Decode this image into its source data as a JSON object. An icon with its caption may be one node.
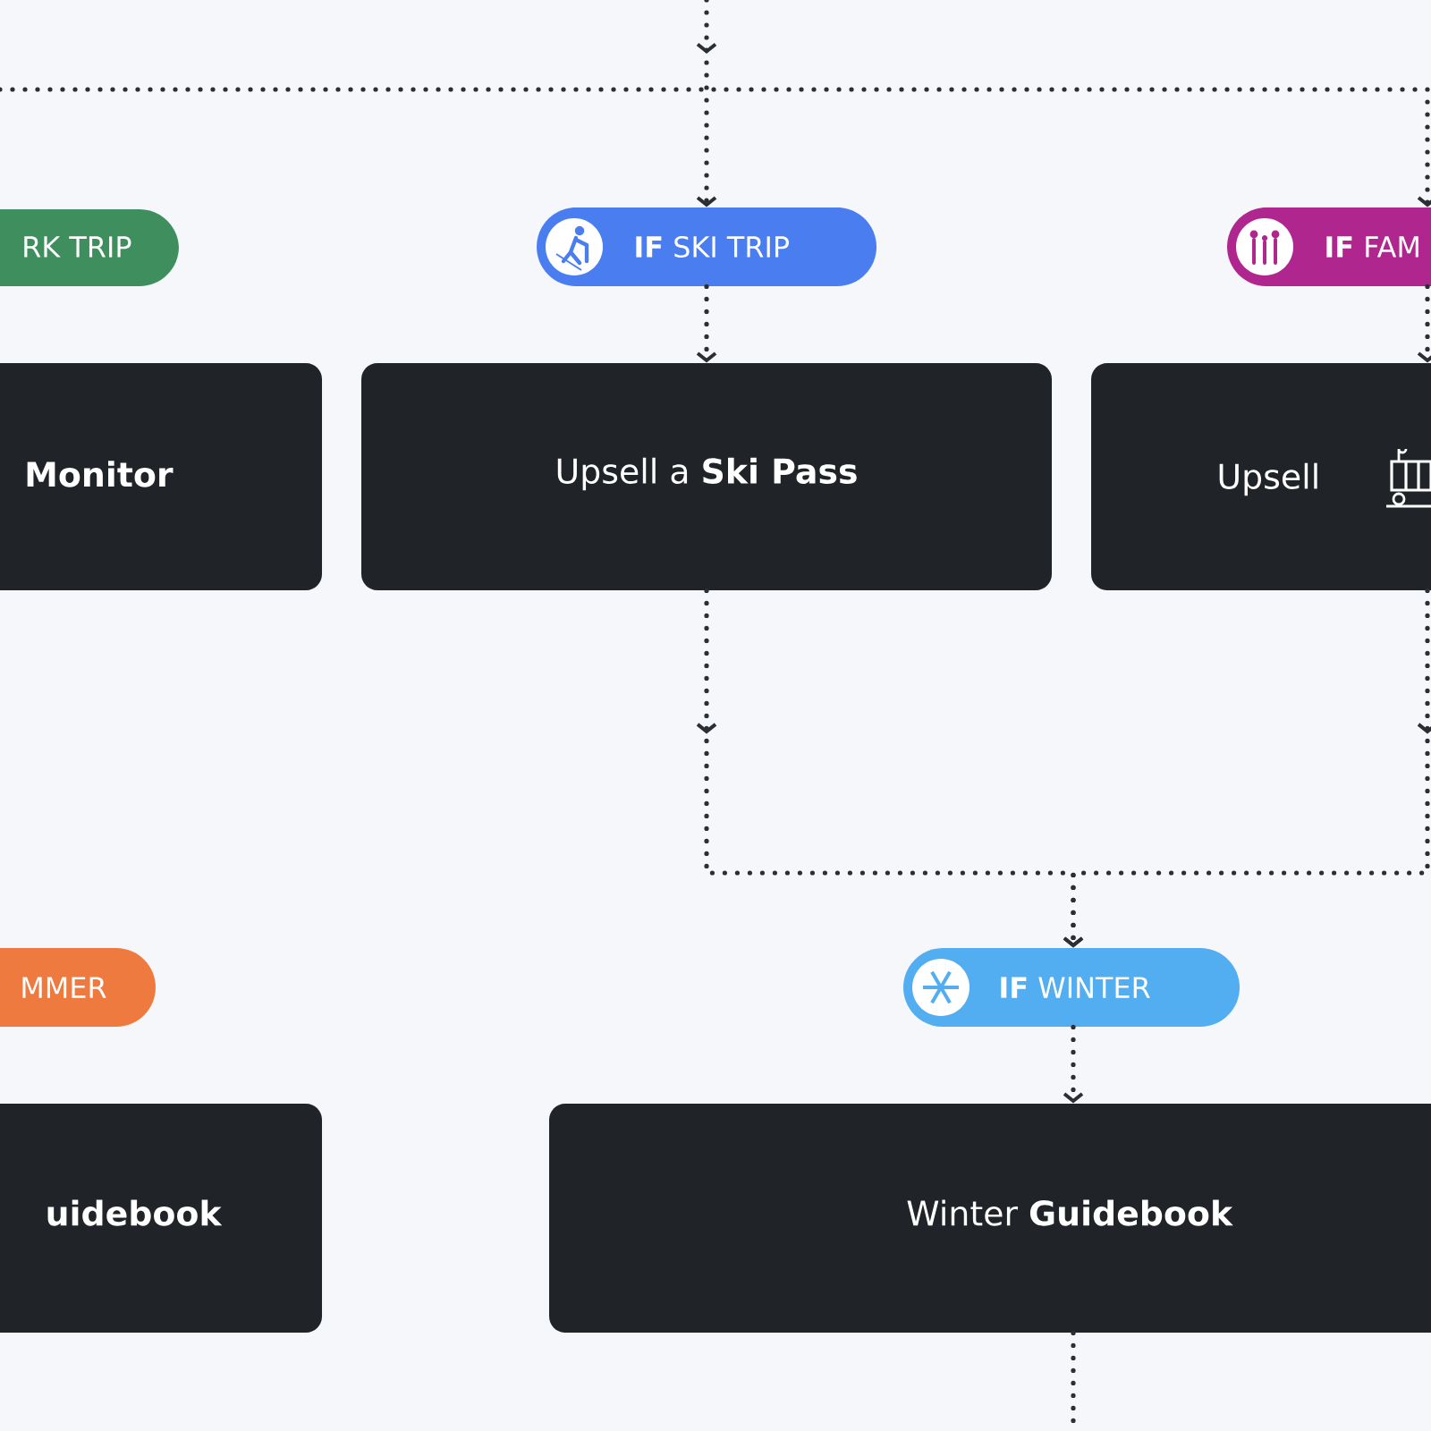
{
  "diagram": {
    "nodes": [
      {
        "text": [
          "RK TRIP"
        ]
      },
      {
        "text": [
          "**IF** SKI TRIP"
        ]
      },
      {
        "text": [
          "**IF** FAM"
        ]
      },
      {
        "text": [
          "Monitor"
        ]
      },
      {
        "text": [
          "Upsell a **Ski Pass**"
        ]
      },
      {
        "text": [
          "Upsell"
        ]
      },
      {
        "text": [
          "MMER"
        ]
      },
      {
        "text": [
          "**IF** WINTER"
        ]
      },
      {
        "text": [
          "uidebook"
        ]
      },
      {
        "text": [
          "Winter **Guidebook**"
        ]
      }
    ],
    "edges": [
      {
        "from": null,
        "to": 1,
        "arrow": "to"
      },
      {
        "from": null,
        "to": 2,
        "arrow": "to"
      },
      {
        "from": 1,
        "to": 4,
        "arrow": "to"
      },
      {
        "from": 2,
        "to": 5,
        "arrow": "to"
      },
      {
        "from": 4,
        "to": 7,
        "arrow": "to"
      },
      {
        "from": 5,
        "to": 7,
        "arrow": "to"
      },
      {
        "from": 7,
        "to": 9,
        "arrow": "to"
      },
      {
        "from": 9,
        "to": null,
        "arrow": "none"
      }
    ]
  }
}
